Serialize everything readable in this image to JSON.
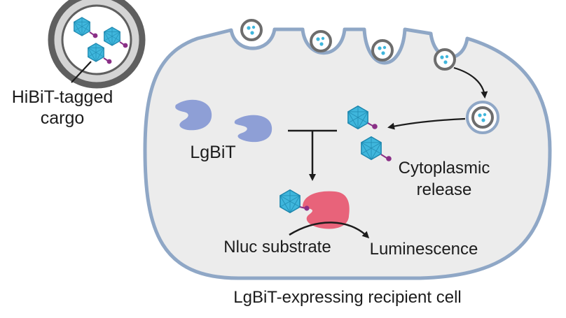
{
  "labels": {
    "cargo_line1": "HiBiT-tagged",
    "cargo_line2": "cargo",
    "lgbit": "LgBiT",
    "cyto_line1": "Cytoplasmic",
    "cyto_line2": "release",
    "substrate": "Nluc substrate",
    "luminescence": "Luminescence",
    "cell": "LgBiT-expressing recipient cell"
  },
  "colors": {
    "cell_membrane": "#8fa7c6",
    "cell_fill": "#ececec",
    "virus": "#3fb6dc",
    "hibit_tag": "#8a2f86",
    "lgbit": "#8e9fd6",
    "nluc": "#e8637a",
    "vesicle_ring": "#707070"
  }
}
